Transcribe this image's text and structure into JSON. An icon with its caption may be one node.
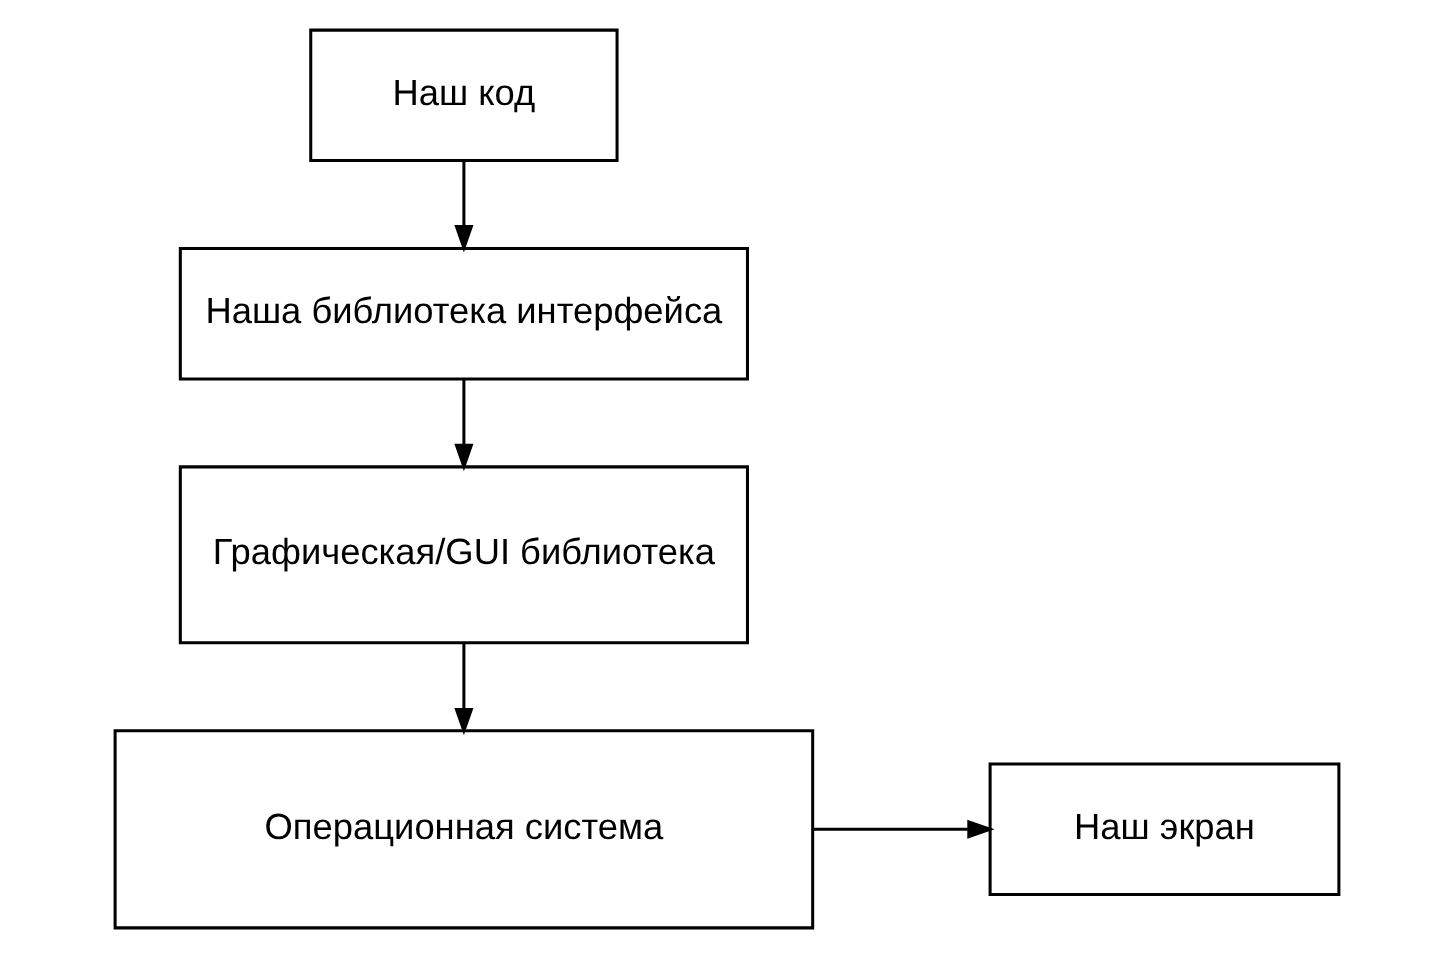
{
  "diagram": {
    "nodes": [
      {
        "text": [
          "Наш код"
        ]
      },
      {
        "text": [
          "Наша библиотека интерфейса"
        ]
      },
      {
        "text": [
          "Графическая/GUI библиотека"
        ]
      },
      {
        "text": [
          "Операционная система"
        ]
      },
      {
        "text": [
          "Наш экран"
        ]
      }
    ],
    "edges": [
      {
        "from": 0,
        "to": 1,
        "arrow": "to"
      },
      {
        "from": 1,
        "to": 2,
        "arrow": "to"
      },
      {
        "from": 2,
        "to": 3,
        "arrow": "to"
      },
      {
        "from": 3,
        "to": 4,
        "arrow": "to"
      }
    ]
  }
}
